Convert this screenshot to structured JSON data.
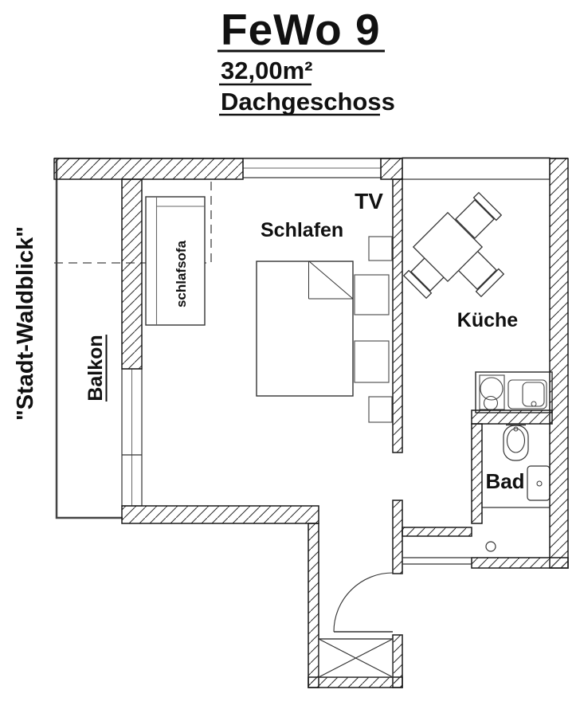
{
  "title": {
    "name": "FeWo 9",
    "area": "32,00m²",
    "floor": "Dachgeschoss"
  },
  "side_label": "\"Stadt-Waldblick\"",
  "rooms": {
    "balcony": "Balkon",
    "sleeping": "Schlafen",
    "kitchen": "Küche",
    "bath": "Bad"
  },
  "furniture": {
    "sofa": "schlafsofa",
    "tv": "TV"
  },
  "colors": {
    "wall_line": "#1a1a1a",
    "secondary_line": "#555555",
    "background": "#ffffff",
    "text": "#111111"
  }
}
